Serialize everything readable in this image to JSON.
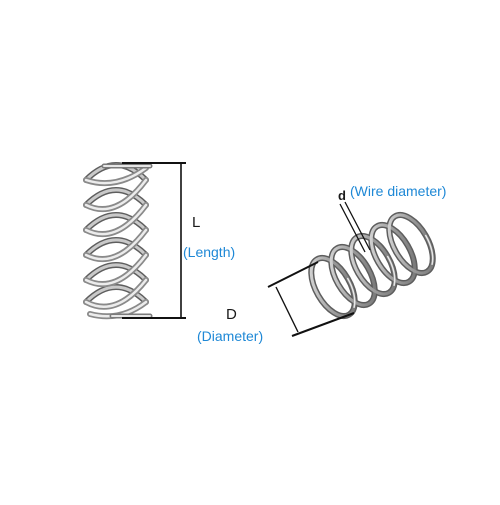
{
  "diagram": {
    "length": {
      "symbol": "L",
      "caption": "(Length)"
    },
    "diameter": {
      "symbol": "D",
      "caption": "(Diameter)"
    },
    "wire": {
      "symbol": "d",
      "caption": "(Wire diameter)"
    }
  },
  "colors": {
    "annotation": "#1e88d6",
    "symbol": "#1a1a1a",
    "dimension_line": "#111111",
    "spring_metal": "#9a9a9a"
  }
}
